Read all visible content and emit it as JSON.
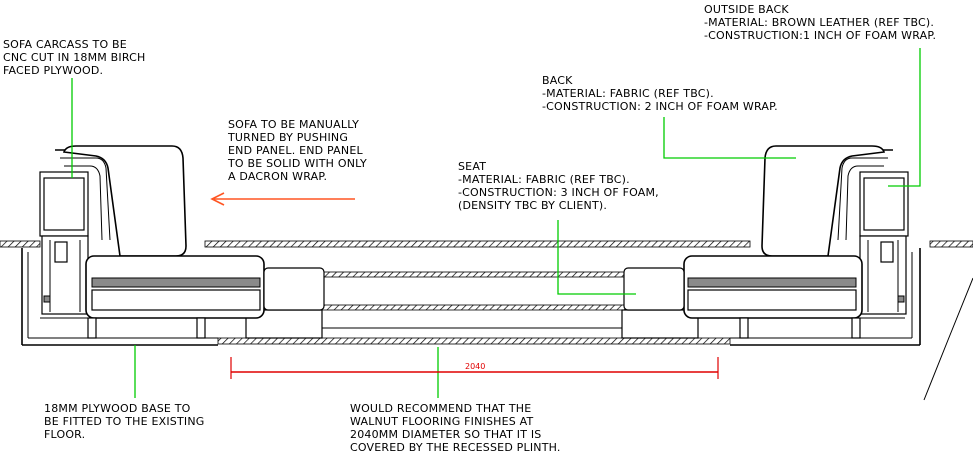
{
  "notes": {
    "carcass": [
      "SOFA CARCASS TO BE",
      "CNC CUT IN 18MM BIRCH",
      "FACED PLYWOOD."
    ],
    "turn": [
      "SOFA TO BE MANUALLY",
      "TURNED BY PUSHING",
      "END PANEL. END PANEL",
      "TO BE SOLID WITH ONLY",
      "A DACRON WRAP."
    ],
    "outside_back": [
      "OUTSIDE BACK",
      "-MATERIAL: BROWN LEATHER (REF TBC).",
      "-CONSTRUCTION:1 INCH OF FOAM WRAP."
    ],
    "back": [
      "BACK",
      "-MATERIAL: FABRIC (REF TBC).",
      "-CONSTRUCTION: 2 INCH OF FOAM WRAP."
    ],
    "seat": [
      "SEAT",
      "-MATERIAL: FABRIC (REF TBC).",
      "-CONSTRUCTION: 3 INCH OF FOAM,",
      "(DENSITY TBC BY CLIENT)."
    ],
    "base": [
      "18MM PLYWOOD BASE TO",
      "BE FITTED TO THE EXISTING",
      "FLOOR."
    ],
    "flooring": [
      "WOULD RECOMMEND THAT THE",
      "WALNUT FLOORING FINISHES AT",
      "2040MM DIAMETER SO THAT IT IS",
      "COVERED BY THE RECESSED PLINTH."
    ]
  },
  "dimension": {
    "value": "2040"
  },
  "colors": {
    "leader": "#00cc00",
    "arrow": "#ff5522",
    "dimension": "#e00000"
  }
}
